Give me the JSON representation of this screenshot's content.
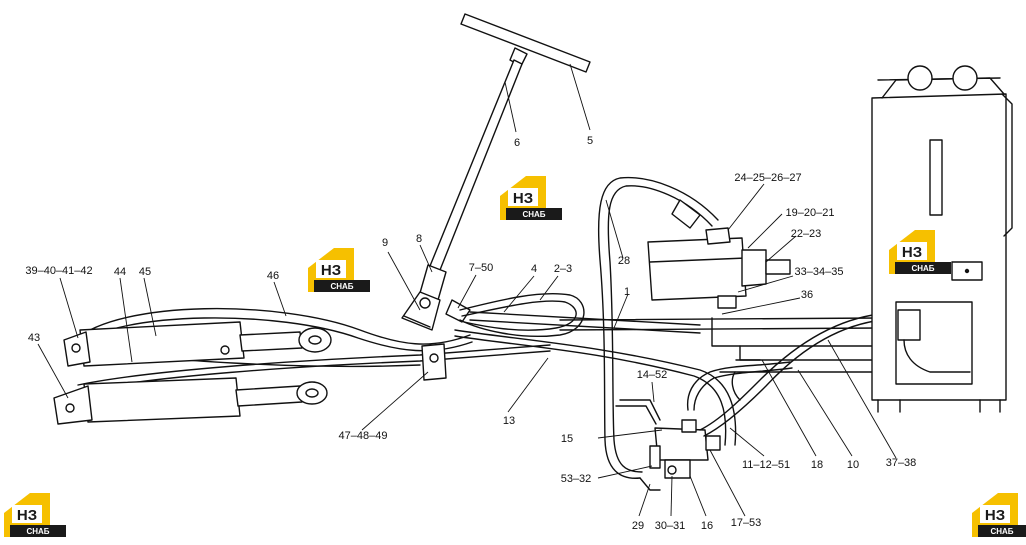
{
  "brand": {
    "logo_top": "НЗ",
    "logo_bottom": "СНАБ",
    "color_yellow": "#f6c000",
    "color_dark": "#1a1a1a"
  },
  "callouts": {
    "c1": "1",
    "c2_3": "2–3",
    "c4": "4",
    "c5": "5",
    "c6": "6",
    "c7_50": "7–50",
    "c8": "8",
    "c9": "9",
    "c10": "10",
    "c11_12_51": "11–12–51",
    "c13": "13",
    "c14_52": "14–52",
    "c15": "15",
    "c16": "16",
    "c17_53": "17–53",
    "c18": "18",
    "c19_20_21": "19–20–21",
    "c22_23": "22–23",
    "c24_25_26_27": "24–25–26–27",
    "c28": "28",
    "c29": "29",
    "c30_31": "30–31",
    "c33_34_35": "33–34–35",
    "c36": "36",
    "c37_38": "37–38",
    "c39_40_41_42": "39–40–41–42",
    "c43": "43",
    "c44": "44",
    "c45": "45",
    "c46": "46",
    "c47_48_49": "47–48–49",
    "c53_32": "53–32"
  }
}
